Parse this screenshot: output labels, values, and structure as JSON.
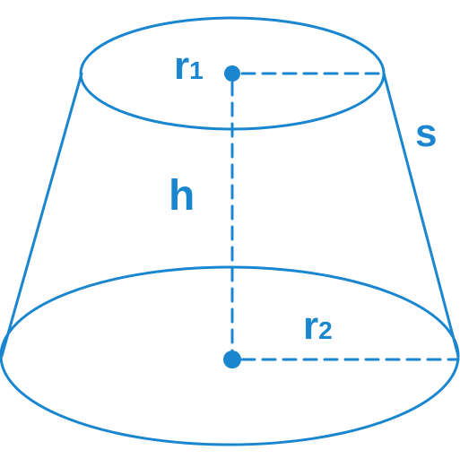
{
  "diagram": {
    "accent_color": "#1a86d0",
    "labels": {
      "top_radius": {
        "main": "r",
        "sub": "1"
      },
      "bottom_radius": {
        "main": "r",
        "sub": "2"
      },
      "height": "h",
      "slant": "s"
    }
  }
}
